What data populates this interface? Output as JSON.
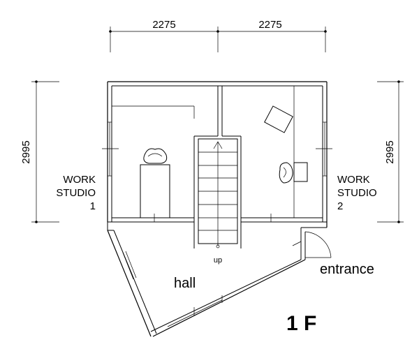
{
  "dimensions": {
    "top_left": "2275",
    "top_right": "2275",
    "left": "2995",
    "right": "2995"
  },
  "rooms": {
    "studio1_line1": "WORK",
    "studio1_line2": "STUDIO",
    "studio1_line3": "1",
    "studio2_line1": "WORK",
    "studio2_line2": "STUDIO",
    "studio2_line3": "2",
    "hall": "hall",
    "entrance": "entrance"
  },
  "stair_label": "up",
  "floor_label": "1 F"
}
